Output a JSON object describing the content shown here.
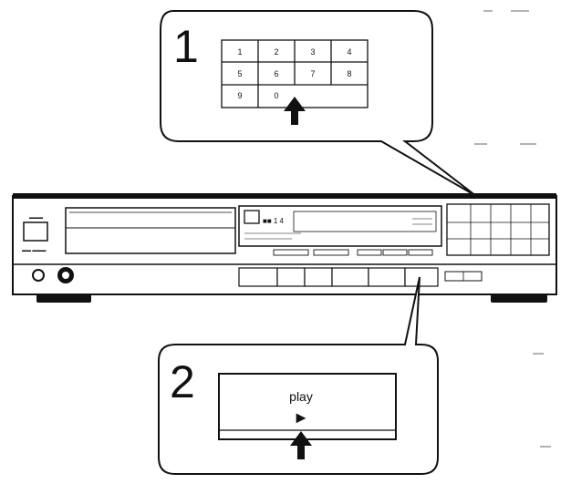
{
  "callout_1": {
    "step_number": "1",
    "keypad_keys": [
      "1",
      "2",
      "3",
      "4",
      "5",
      "6",
      "7",
      "8",
      "9",
      "0"
    ],
    "arrow_icon": "up-arrow-icon"
  },
  "callout_2": {
    "step_number": "2",
    "button_label": "play",
    "button_symbol": "►",
    "arrow_icon": "up-arrow-icon"
  },
  "player": {
    "display_text": "■■ 1 4"
  },
  "colors": {
    "ink": "#111111",
    "paper": "#ffffff",
    "panel": "#f4f4f4"
  }
}
